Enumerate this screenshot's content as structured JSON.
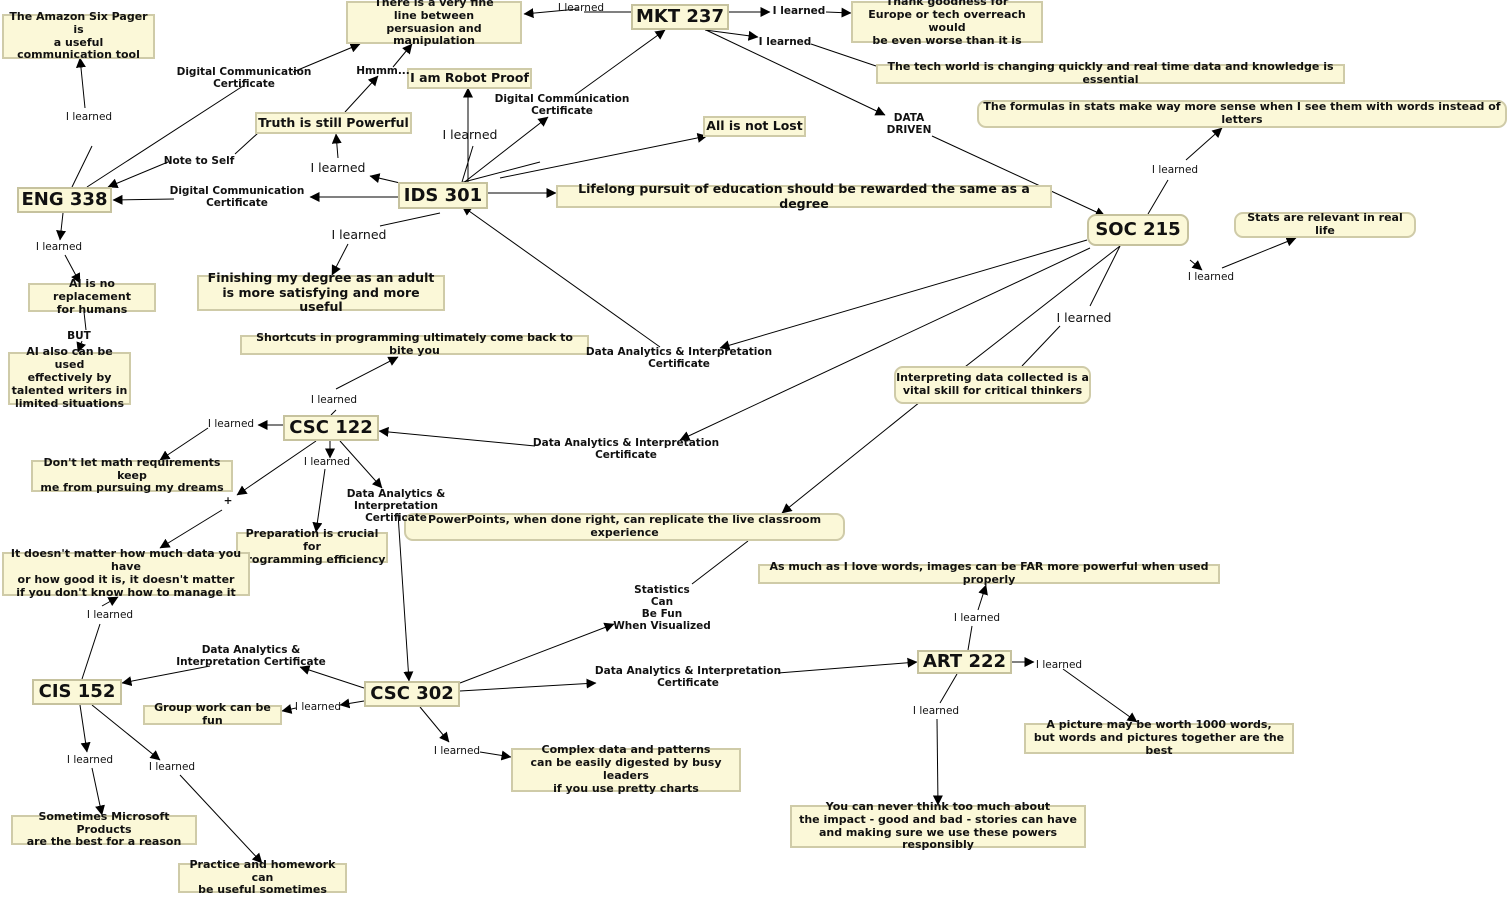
{
  "nodes": {
    "eng338": "ENG 338",
    "ids301": "IDS 301",
    "mkt237": "MKT 237",
    "soc215": "SOC 215",
    "csc122": "CSC 122",
    "csc302": "CSC 302",
    "cis152": "CIS 152",
    "art222": "ART 222",
    "amazon": "The Amazon Six Pager is\na useful\ncommunication tool",
    "fine_line": "There is a very fine\nline between\npersuasion and manipulation",
    "thank_goodness": "Thank goodness for\nEurope or tech overreach would\nbe even worse than it is",
    "tech_world": "The tech world is changing quickly and real time data and knowledge is essential",
    "robot_proof": "I am Robot Proof",
    "truth": "Truth is still Powerful",
    "not_lost": "All is not Lost",
    "formulas": "The formulas in stats make way more sense when I see them with words instead of letters",
    "lifelong": "Lifelong pursuit of education should be rewarded the same as a degree",
    "stats_relevant": "Stats are relevant in real life",
    "ai_replacement": "AI is no replacement\nfor humans",
    "ai_effective": "AI also can be used\neffectively by\ntalented writers in\nlimited situations",
    "finishing": "Finishing my degree as an adult\nis more satisfying and more useful",
    "shortcuts": "Shortcuts in programming ultimately come back to bite you",
    "interpreting": "Interpreting data collected is a\nvital skill for critical thinkers",
    "math": "Don't let math requirements keep\nme from pursuing my dreams",
    "powerpoints": "PowerPoints, when done right, can replicate the live classroom experience",
    "preparation": "Preparation is crucial for\nprogramming efficiency",
    "data_manage": "It doesn't matter how much data you have\nor how good it is, it doesn't matter\nif you don't know how to manage it",
    "images": "As much as I love words, images can be FAR more powerful when used properly",
    "group_work": "Group work can be fun",
    "complex": "Complex data and patterns\ncan be easily digested by busy leaders\nif you use pretty charts",
    "picture": "A picture may be worth 1000 words,\nbut words and pictures together are the best",
    "microsoft": "Sometimes Microsoft Products\nare the best for a reason",
    "practice": "Practice and homework can\nbe useful sometimes",
    "stories": "You can never think too much about\nthe impact - good and bad - stories can have\nand making sure we use these powers responsibly"
  },
  "labels": {
    "mkt_left": "I learned",
    "mkt_right": "I learned",
    "mkt_low": "I learned",
    "dcc_eng_top": "Digital Communication\nCertificate",
    "hmmm": "Hmmm...",
    "dcc_ids_top": "Digital Communication\nCertificate",
    "data_driven": "DATA\nDRIVEN",
    "eng_amazon": "I learned",
    "ids_robot": "I learned",
    "note_to_self": "Note to Self",
    "ids_truth": "I learned",
    "dcc_ids_eng": "Digital Communication\nCertificate",
    "soc_formulas": "I learned",
    "eng_ai": "I learned",
    "ids_finish": "I learned",
    "soc_stats": "I learned",
    "but": "BUT",
    "soc_interp": "I learned",
    "daic_ids": "Data Analytics & Interpretation\nCertificate",
    "csc122_short": "I learned",
    "csc122_math": "I learned",
    "csc122_prep": "I learned",
    "daic_csc122": "Data Analytics & Interpretation\nCertificate",
    "daic_csc302": "Data Analytics &\nInterpretation\nCertificate",
    "plus": "+",
    "stats_fun": "Statistics\nCan\nBe Fun\nWhen Visualized",
    "cis_data": "I learned",
    "daic_cis": "Data Analytics &\nInterpretation Certificate",
    "daic_art": "Data Analytics & Interpretation\nCertificate",
    "art_images": "I learned",
    "art_picture": "I learned",
    "csc302_group": "I learned",
    "art_stories": "I learned",
    "csc302_complex": "I learned",
    "cis_microsoft": "I learned",
    "cis_practice": "I learned"
  },
  "colors": {
    "node_fill": "#fbf8d8",
    "node_border": "#cfcba8",
    "edge": "#000000"
  }
}
